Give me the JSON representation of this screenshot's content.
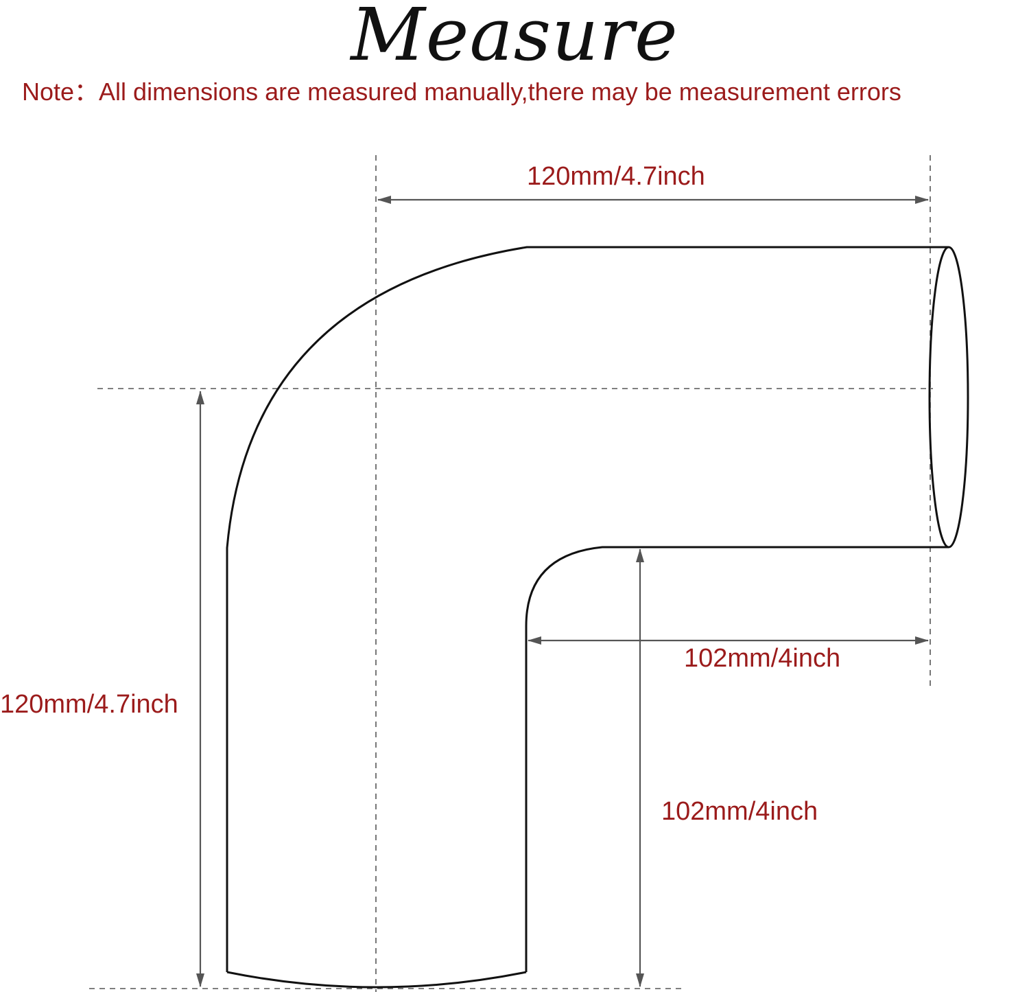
{
  "title": "Measure",
  "note": {
    "prefix": "Note：",
    "text": "All dimensions are measured manually,there may be measurement errors"
  },
  "dimensions": {
    "top_width": "120mm/4.7inch",
    "inner_width": "102mm/4inch",
    "left_height": "120mm/4.7inch",
    "inner_height": "102mm/4inch"
  },
  "colors": {
    "label": "#9b1b1b",
    "outline": "#111111",
    "dim_line": "#555555",
    "dashed": "#555555",
    "background": "#ffffff"
  },
  "icons": {
    "shape": "90-degree-elbow-pipe",
    "arrows": "double-headed-dimension-arrow"
  }
}
